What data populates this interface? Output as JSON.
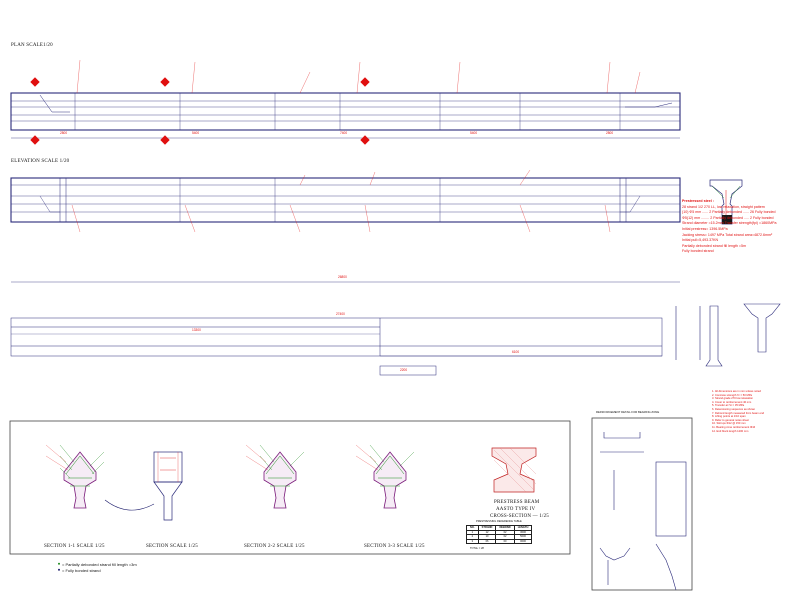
{
  "titles": {
    "plan": "PLAN  SCALE1/20",
    "elevation": "ELEVATION SCALE 1/20",
    "section_11": "SECTION 1-1 SCALE 1/25",
    "section_a": "SECTION SCALE 1/25",
    "section_22": "SECTION 2-2 SCALE 1/25",
    "section_33": "SECTION 3-3 SCALE 1/25",
    "beam_title_1": "PRESTRESS BEAM",
    "beam_title_2": "AASTO TYPE IV",
    "beam_title_3": "CROSS-SECTION — 1/25",
    "rebar_title": "REINFORCEMENT DETAIL FOR BEARING ZONE",
    "table_title": "PRESTRESSING REFERENCE TABLE"
  },
  "plan_dims": [
    "2800",
    "5400",
    "7400",
    "5400",
    "2800"
  ],
  "total_dim": "26800",
  "strand_dims": [
    "27400",
    "13300",
    "6100",
    "2200"
  ],
  "notes": [
    "Prestressed steel :",
    "28 strand      1/2 270 LL, low relaxation, straight pattern",
    "(10) Φ5 mm ...... 2  Partially debonded ...... 26 Fully bonded",
    "Φ5(12) mm ........ 2  Partially debonded ..... 2  Fully bonded",
    "Strand diameter =15.2mm      Transfer strength(fpi) =1860MPa",
    "Initial prestress= 1396.5MPa",
    "Jacking stress= 1497 MPa     Total strand area=4872.6mm²",
    "Initial pull=5,493.37KN",
    "Partially debonded strand fill length =5m",
    "Fully bonded strand"
  ],
  "notes2": [
    "1. All dimensions are in mm unless noted",
    "2. Concrete strength f'c = 50 MPa",
    "3. Strand grade 270 low relaxation",
    "4. Cover to reinforcement 40 mm",
    "5. Transfer at f'ci = 35 MPa",
    "6. Detensioning sequence as shown",
    "7. Debond length measured from beam end",
    "8. Lifting points at 1/10 span",
    "9. Refer to general notes sheet",
    "10. Stirrups Φ12 @ 150 mm",
    "11. Bearing zone reinforcement Φ16",
    "12. End block length 1200 mm"
  ],
  "legend": [
    "= Partially debonded strand fill length =3m",
    "= Fully bonded strand"
  ],
  "table": {
    "headers": [
      "NO.",
      "STRAND",
      "DEBOND",
      "LENGTH"
    ],
    "rows": [
      [
        "1",
        "12",
        "02",
        "3000"
      ],
      [
        "2",
        "10",
        "02",
        "5000"
      ],
      [
        "3",
        "06",
        "00",
        "0000"
      ]
    ],
    "total": "TOTAL = 28"
  },
  "colors": {
    "beam": "#2a2a7a",
    "annotation": "#e01010",
    "hatch": "#1a8a1a",
    "frame": "#444444"
  }
}
